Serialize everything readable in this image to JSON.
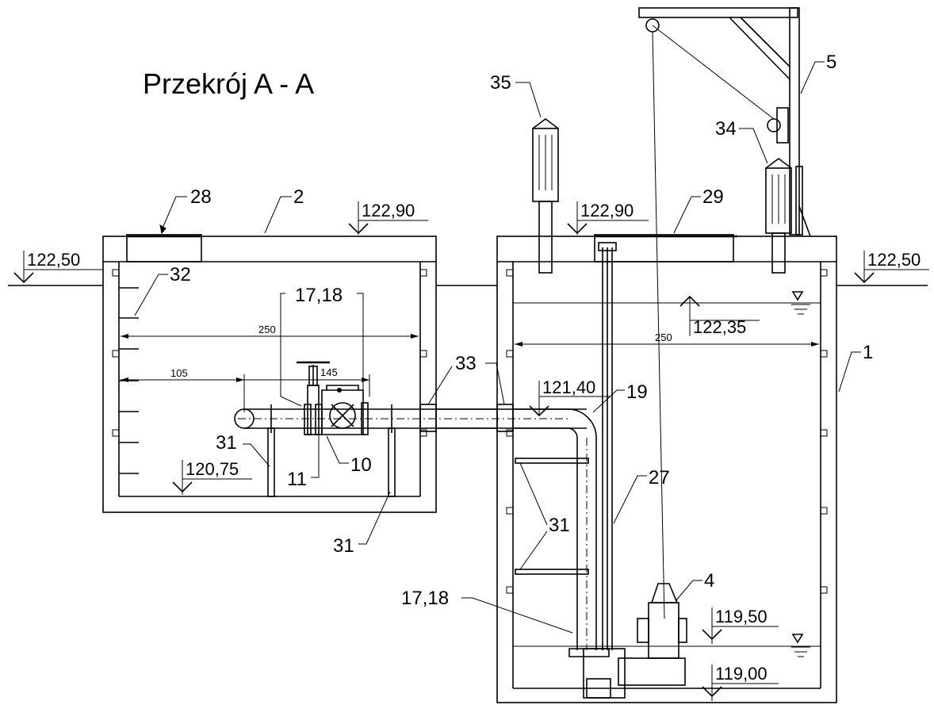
{
  "title": "Przekrój A - A",
  "elevations": {
    "ground_left": "122,50",
    "ground_right": "122,50",
    "cover_left": "122,90",
    "cover_right": "122,90",
    "water_top": "122,35",
    "pipe_level": "121,40",
    "valve_chamber_floor": "120,75",
    "pump_start": "119,50",
    "pump_stop": "119,00"
  },
  "dimensions": {
    "left_width": "250",
    "right_width": "250",
    "offset_105": "105",
    "offset_145": "145"
  },
  "callouts": {
    "c1": "1",
    "c2": "2",
    "c4": "4",
    "c5": "5",
    "c10": "10",
    "c11": "11",
    "c17_18_top": "17,18",
    "c17_18_bottom": "17,18",
    "c19": "19",
    "c27": "27",
    "c28": "28",
    "c29": "29",
    "c31_a": "31",
    "c31_b": "31",
    "c31_c": "31",
    "c32": "32",
    "c33": "33",
    "c34": "34",
    "c35": "35"
  }
}
